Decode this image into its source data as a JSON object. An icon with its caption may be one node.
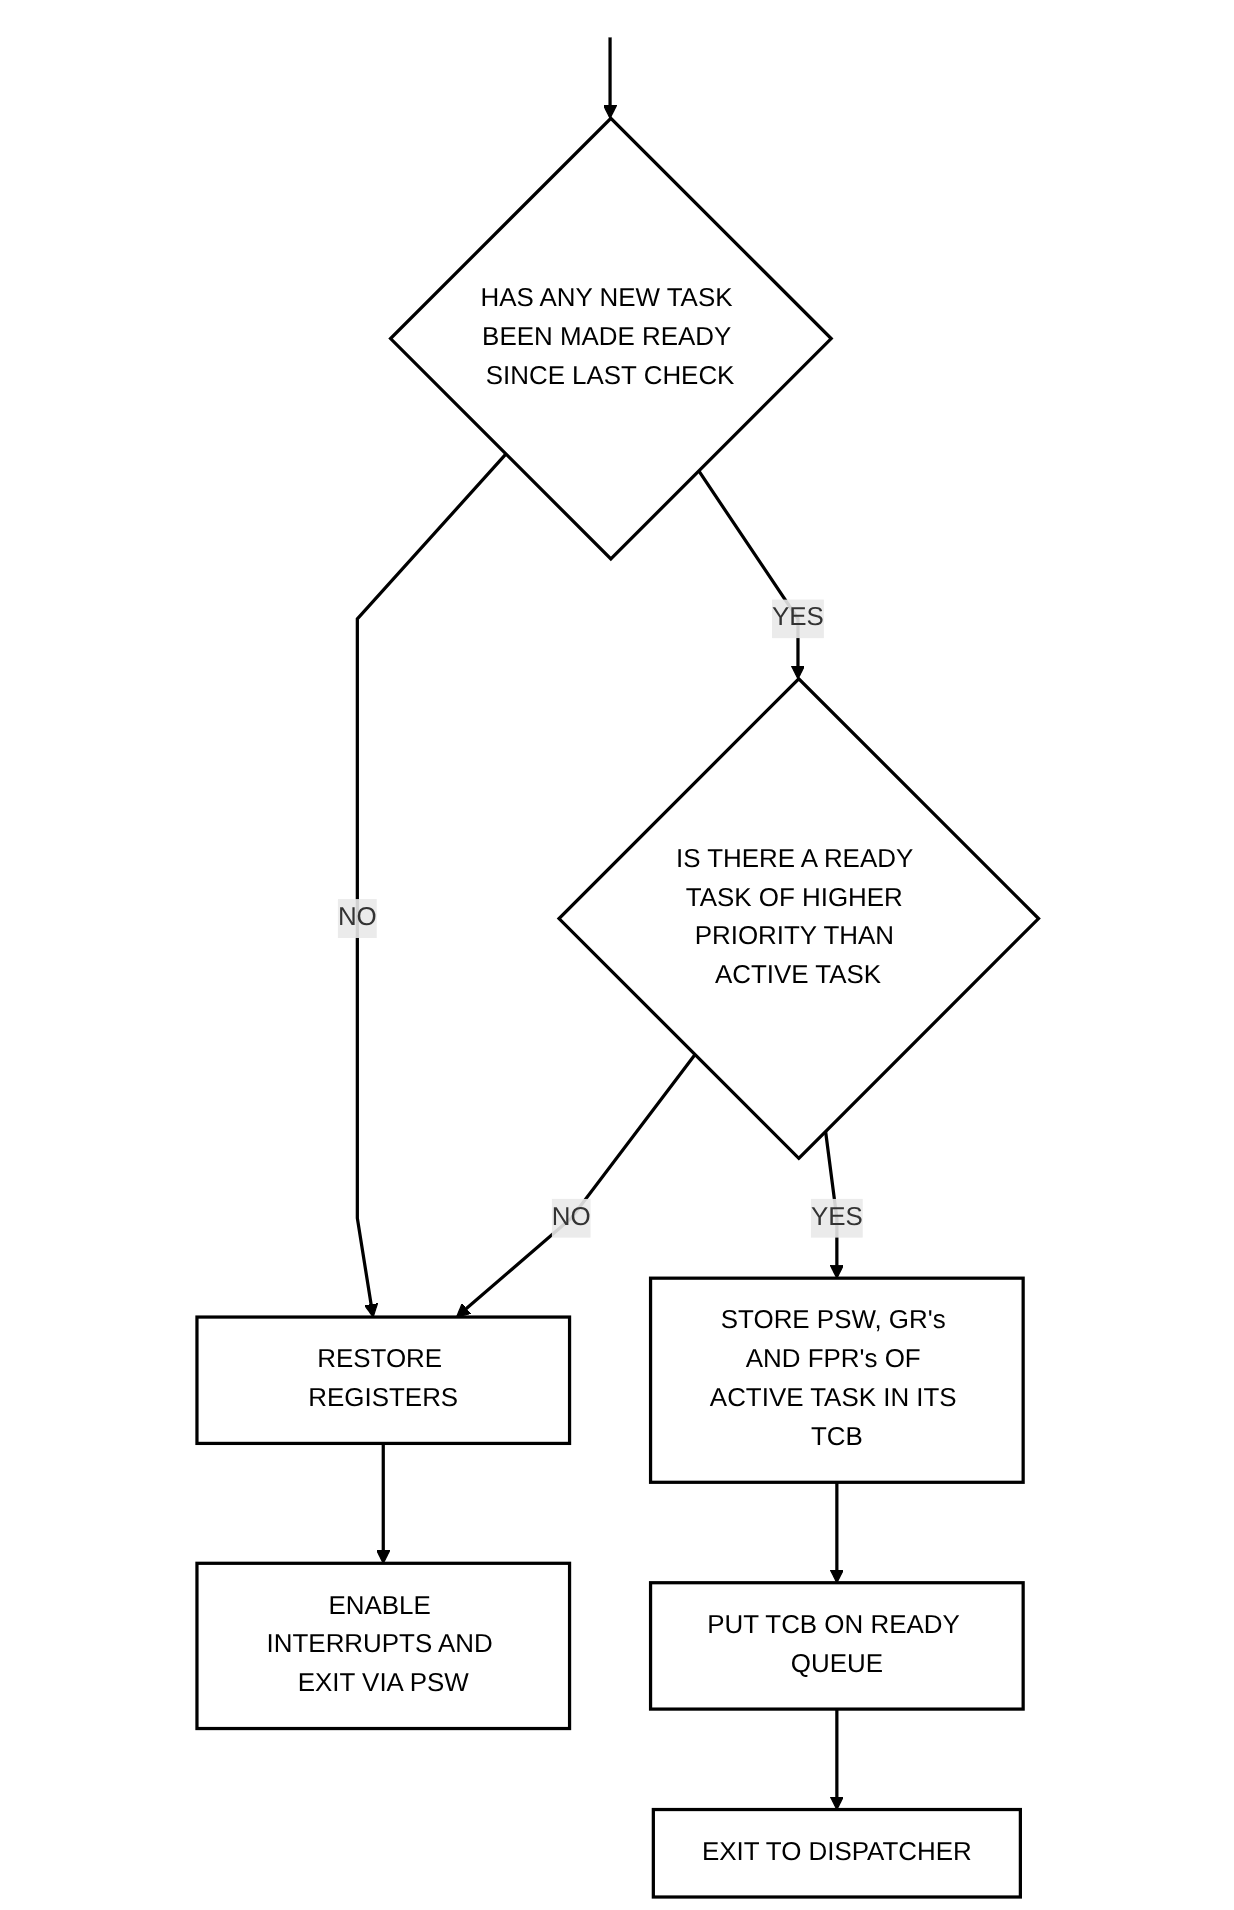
{
  "diagram": {
    "nodes": [
      {
        "text": [
          "HAS ANY NEW TASK BEEN MADE READY SINCE LAST CHECK"
        ]
      },
      {
        "text": [
          "IS THERE A READY TASK OF HIGHER PRIORITY THAN ACTIVE TASK"
        ]
      },
      {
        "text": [
          "RESTORE REGISTERS"
        ]
      },
      {
        "text": [
          "ENABLE INTERRUPTS AND EXIT VIA PSW"
        ]
      },
      {
        "text": [
          "STORE PSW, GR's AND FPR's OF ACTIVE TASK IN ITS TCB"
        ]
      },
      {
        "text": [
          "PUT TCB ON READY QUEUE"
        ]
      },
      {
        "text": [
          "EXIT TO DISPATCHER"
        ]
      }
    ],
    "edges": [
      {
        "from": null,
        "to": 0,
        "arrow": "to"
      },
      {
        "from": 0,
        "to": 2,
        "label": "NO",
        "arrow": "to"
      },
      {
        "from": 0,
        "to": 1,
        "label": "YES",
        "arrow": "to"
      },
      {
        "from": 1,
        "to": 2,
        "label": "NO",
        "arrow": "to"
      },
      {
        "from": 2,
        "to": 3,
        "arrow": "to"
      },
      {
        "from": 1,
        "to": 4,
        "label": "YES",
        "arrow": "to"
      },
      {
        "from": 4,
        "to": 5,
        "arrow": "to"
      },
      {
        "from": 5,
        "to": 6,
        "arrow": "to"
      }
    ]
  }
}
